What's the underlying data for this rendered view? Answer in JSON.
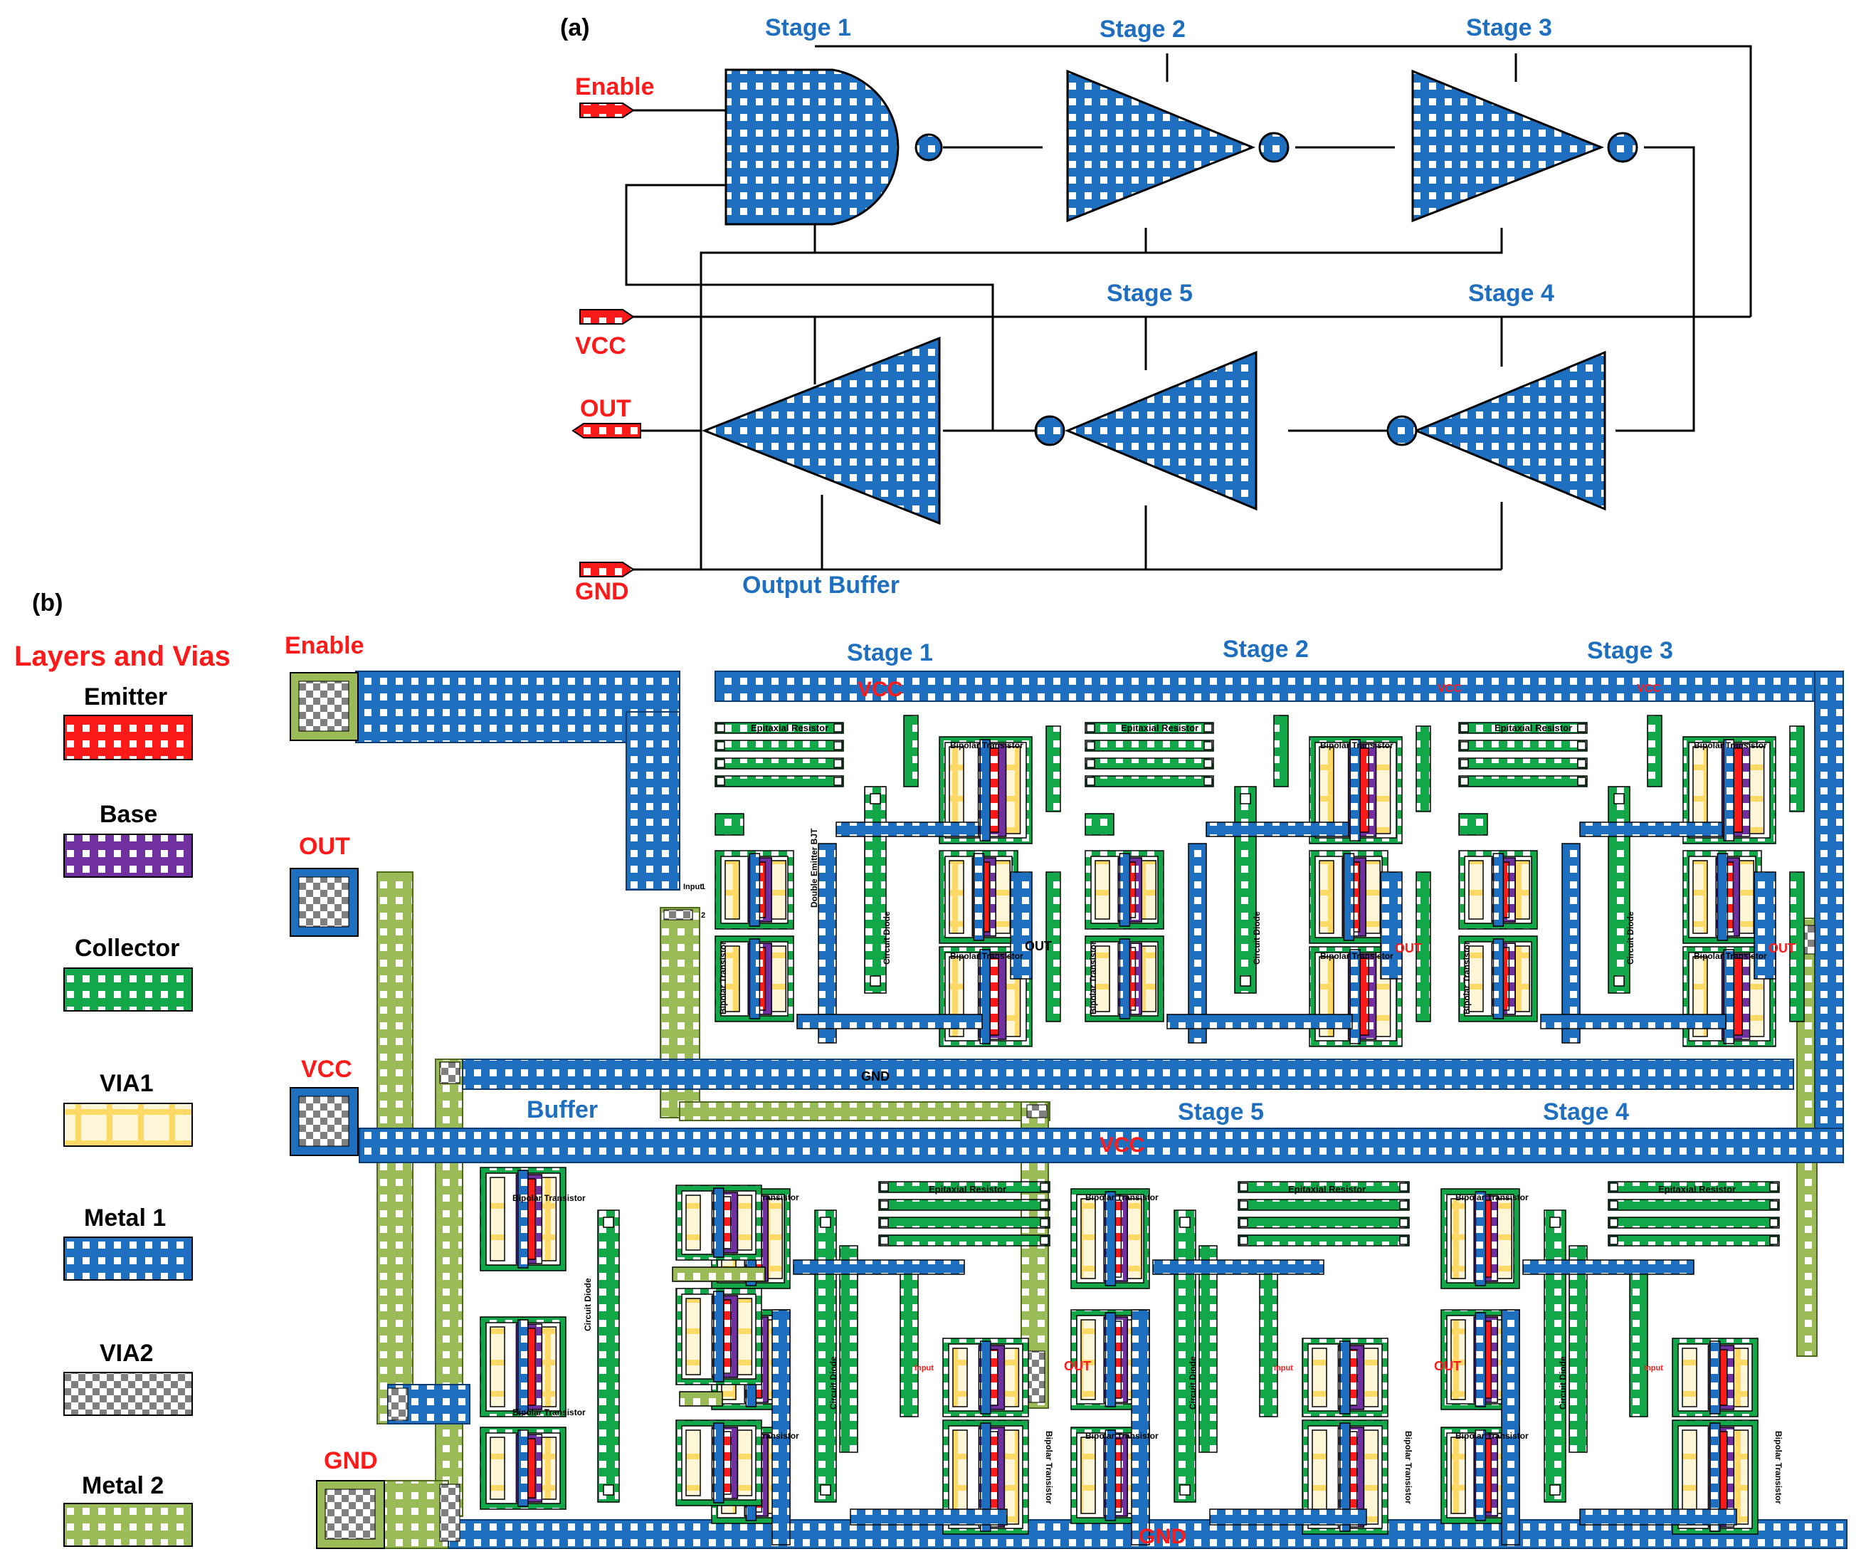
{
  "panel_a": {
    "label": "(a)",
    "stages": {
      "s1": "Stage 1",
      "s2": "Stage 2",
      "s3": "Stage 3",
      "s4": "Stage 4",
      "s5": "Stage 5"
    },
    "output_buffer": "Output Buffer",
    "pins": {
      "enable": "Enable",
      "vcc": "VCC",
      "out": "OUT",
      "gnd": "GND"
    }
  },
  "panel_b": {
    "label": "(b)",
    "legend_title": "Layers and Vias",
    "legend": [
      {
        "name": "Emitter",
        "color": "#ff1a1a"
      },
      {
        "name": "Base",
        "color": "#7030a0"
      },
      {
        "name": "Collector",
        "color": "#12a84a"
      },
      {
        "name": "VIA1",
        "color": "#ffe08a"
      },
      {
        "name": "Metal 1",
        "color": "#1f6fc0"
      },
      {
        "name": "VIA2",
        "color": "#808080"
      },
      {
        "name": "Metal 2",
        "color": "#9bbb59"
      }
    ],
    "pins": {
      "enable": "Enable",
      "out": "OUT",
      "vcc": "VCC",
      "gnd": "GND"
    },
    "sections": {
      "s1": "Stage 1",
      "s2": "Stage 2",
      "s3": "Stage 3",
      "s4": "Stage 4",
      "s5": "Stage 5",
      "buffer": "Buffer"
    },
    "rails": {
      "vcc": "VCC",
      "gnd": "GND",
      "vcc_small": "VCC",
      "gnd_small": "GND"
    },
    "components": {
      "epitaxial_resistor": "Epitaxial Resistor",
      "bipolar_transistor": "Bipolar Transistor",
      "circuit_diode": "Circuit Diode",
      "double_emitter": "Double Emitter BJT",
      "input": "Input",
      "out": "OUT",
      "pin1": "1",
      "pin2": "2"
    }
  }
}
